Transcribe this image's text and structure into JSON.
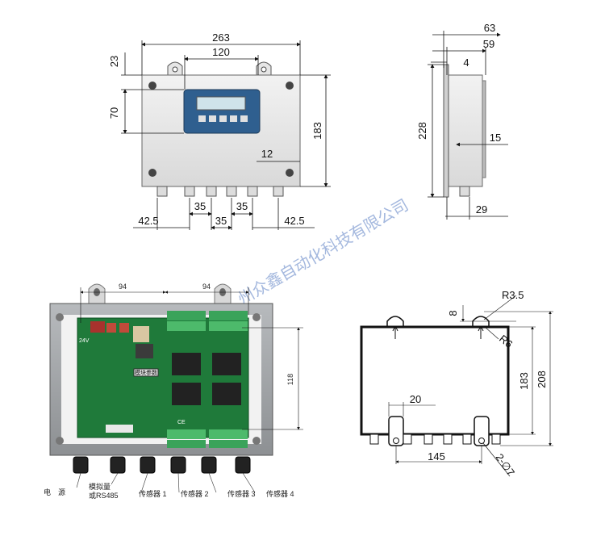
{
  "top_front": {
    "width_overall": "263",
    "mount_spacing": "120",
    "top_offset": "23",
    "display_height": "70",
    "height": "183",
    "edge_offset": "12",
    "gland_left_margin": "42.5",
    "gland_spacing_1": "35",
    "gland_spacing_2": "35",
    "gland_spacing_3": "35",
    "gland_right_margin": "42.5"
  },
  "top_side": {
    "depth_total": "63",
    "depth_body": "59",
    "lip": "4",
    "height": "228",
    "inset": "15",
    "gland_length": "29"
  },
  "photo": {
    "dim_left": "94",
    "dim_right": "94",
    "dim_height": "118",
    "pcb_labels": {
      "v24": "24V",
      "button": "模块参数",
      "cert": "CE"
    },
    "callouts": [
      "电　源",
      "模拟量\n或RS485",
      "传感器 1",
      "传感器 2",
      "传感器 3",
      "传感器 4"
    ]
  },
  "back": {
    "radius_large": "R3.5",
    "radius_small": "R6",
    "slot_width": "8",
    "height_inner": "183",
    "height_outer": "208",
    "bracket_width": "20",
    "bracket_spacing": "145",
    "hole": "2-∅7"
  },
  "watermark": "州众鑫自动化科技有限公司"
}
